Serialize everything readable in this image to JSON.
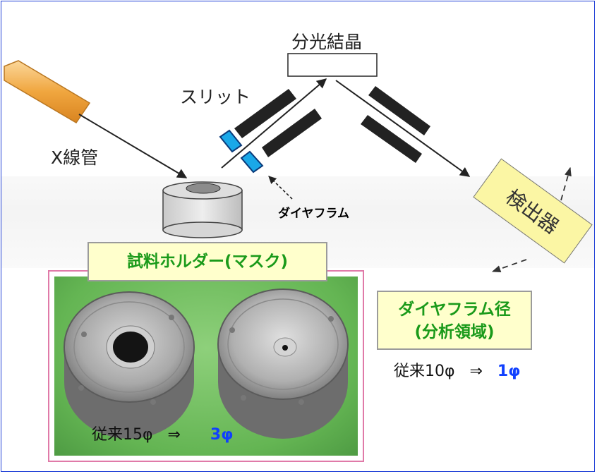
{
  "labels": {
    "crystal": "分光結晶",
    "slit": "スリット",
    "xray_tube": "X線管",
    "diaphragm": "ダイヤフラム",
    "detector": "検出器"
  },
  "holder": {
    "title": "試料ホルダー(マスク)",
    "before": "従来15",
    "phi": "φ",
    "arrow": "⇒",
    "after": "3φ"
  },
  "diaphragm_box": {
    "title_line1": "ダイヤフラム径",
    "title_line2": "(分析領域)",
    "before": "従来10",
    "phi": "φ",
    "arrow": "⇒",
    "after": "1φ"
  },
  "colors": {
    "frame": "#1f3fd6",
    "callout_text": "#1a9a1a",
    "value_highlight": "#1040ff",
    "detector_fill": "#fbf6a4",
    "diaphragm_fill": "#1aa8e8",
    "holder_border": "#e07aa8"
  }
}
